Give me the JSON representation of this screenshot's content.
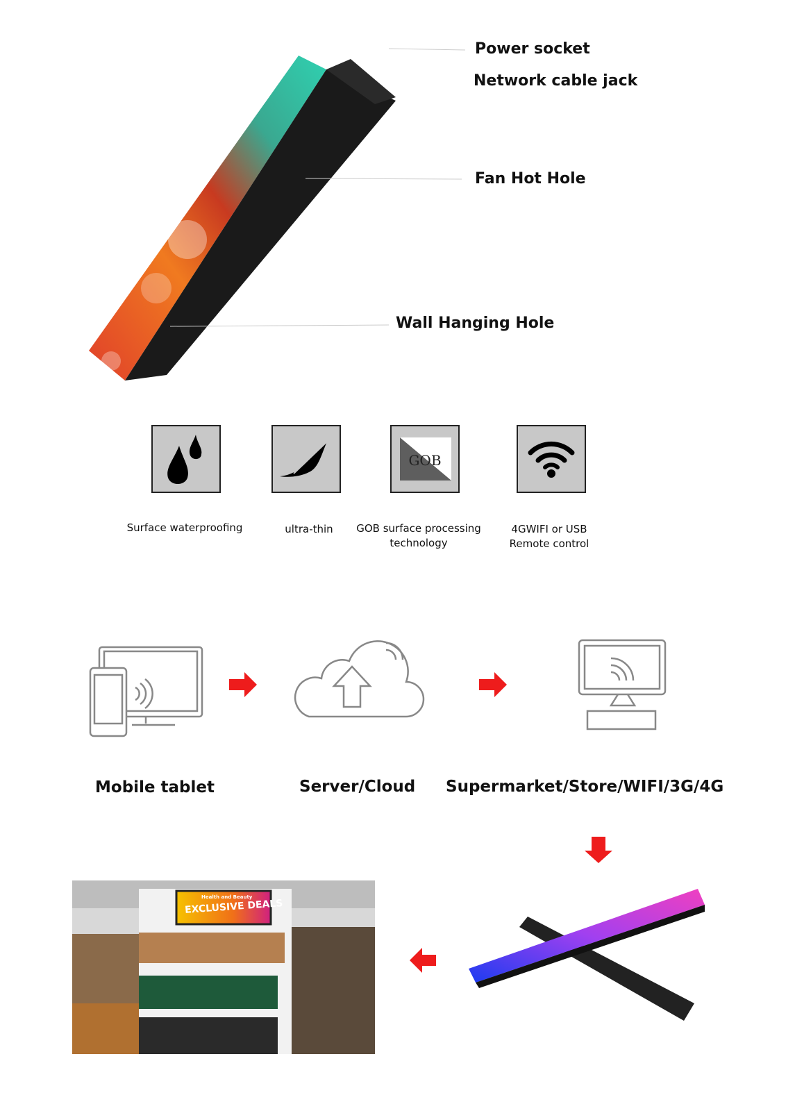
{
  "product_callouts": {
    "power_socket": "Power socket",
    "network_jack": "Network cable jack",
    "fan_hole": "Fan Hot Hole",
    "wall_hole": "Wall Hanging Hole"
  },
  "features": [
    {
      "icon": "water-drops-icon",
      "label": "Surface waterproofing"
    },
    {
      "icon": "feather-icon",
      "label": "ultra-thin"
    },
    {
      "icon": "gob-icon",
      "icon_text": "GOB",
      "label": "GOB surface processing technology"
    },
    {
      "icon": "wifi-icon",
      "label": "4GWIFI or USB Remote control"
    }
  ],
  "flow": {
    "steps": [
      "Mobile tablet",
      "Server/Cloud",
      "Supermarket/Store/WIFI/3G/4G"
    ]
  },
  "store_screen": {
    "subtitle": "Health and Beauty",
    "title": "EXCLUSIVE DEALS"
  },
  "colors": {
    "arrow": "#ee1c1c",
    "icon_bg": "#c8c8c8"
  }
}
